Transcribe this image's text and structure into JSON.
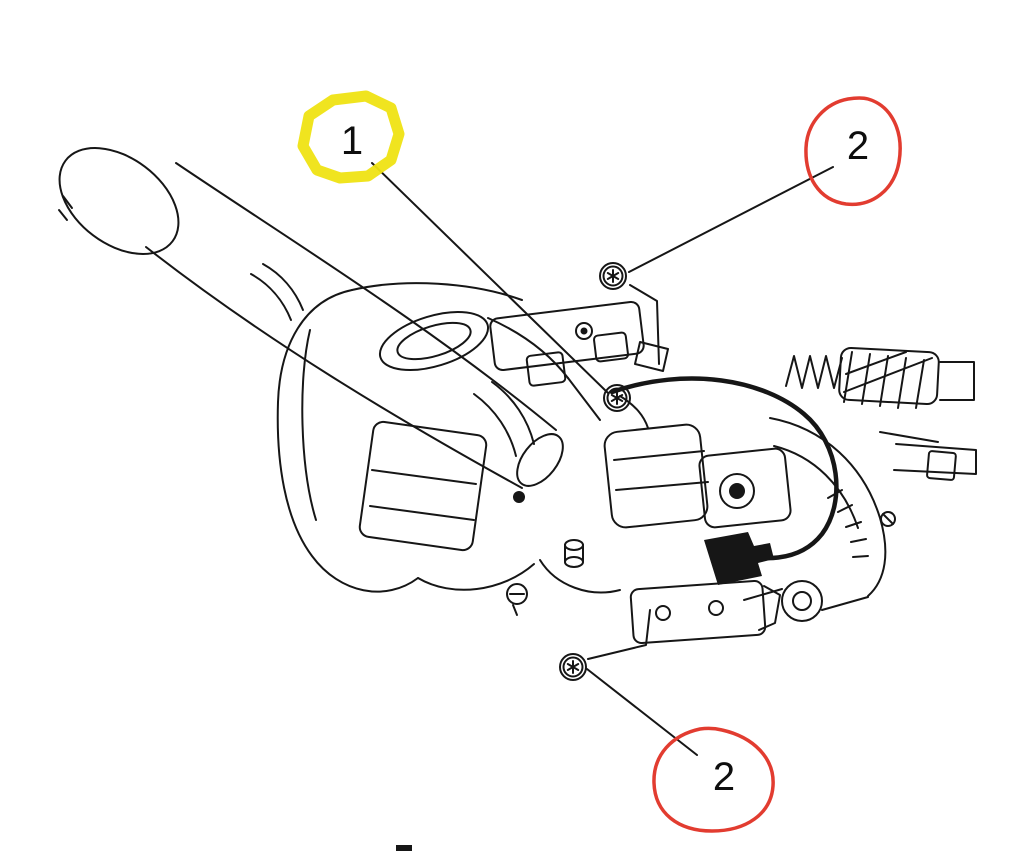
{
  "diagram": {
    "type": "steering-column-parts-diagram",
    "colors": {
      "highlight_yellow": "#efe313",
      "highlight_red": "#e23c30",
      "line": "#161616",
      "background": "#ffffff"
    },
    "callouts": [
      {
        "label": "1",
        "marker_style": "thick-yellow-highlight",
        "marker_color": "#efe313",
        "points_to": "torx-screw-upper-center"
      },
      {
        "label": "2",
        "marker_style": "thin-red-circle",
        "marker_color": "#e23c30",
        "points_to": "torx-screw-top"
      },
      {
        "label": "2",
        "marker_style": "thin-red-circle",
        "marker_color": "#e23c30",
        "points_to": "torx-screw-bottom"
      }
    ],
    "icons": [
      {
        "name": "torx-screw-icon",
        "count": 3
      }
    ]
  }
}
